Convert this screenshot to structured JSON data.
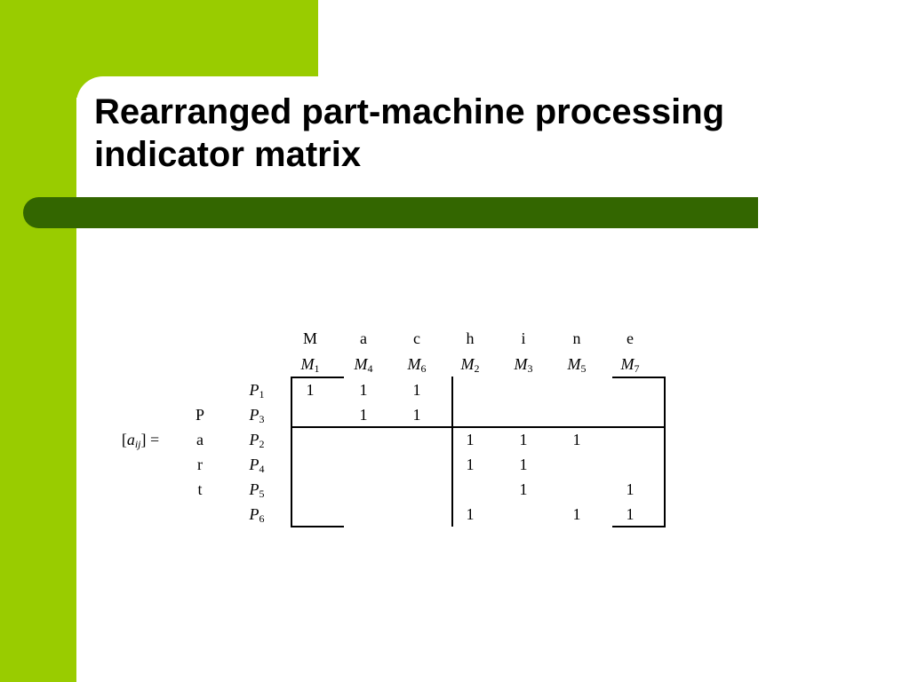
{
  "title": {
    "line1": "Rearranged part-machine processing",
    "line2": "indicator matrix"
  },
  "colors": {
    "accent_light": "#99cc00",
    "accent_dark": "#336600"
  },
  "matrix": {
    "lhs": {
      "open": "[",
      "var": "a",
      "sub": "ij",
      "close": "] ="
    },
    "machine_label_letters": [
      "M",
      "a",
      "c",
      "h",
      "i",
      "n",
      "e"
    ],
    "part_label_letters": [
      "P",
      "a",
      "r",
      "t"
    ],
    "columns": [
      {
        "sym": "M",
        "sub": "1"
      },
      {
        "sym": "M",
        "sub": "4"
      },
      {
        "sym": "M",
        "sub": "6"
      },
      {
        "sym": "M",
        "sub": "2"
      },
      {
        "sym": "M",
        "sub": "3"
      },
      {
        "sym": "M",
        "sub": "5"
      },
      {
        "sym": "M",
        "sub": "7"
      }
    ],
    "rows": [
      {
        "sym": "P",
        "sub": "1",
        "cells": [
          "1",
          "1",
          "1",
          "",
          "",
          "",
          ""
        ]
      },
      {
        "sym": "P",
        "sub": "3",
        "cells": [
          "",
          "1",
          "1",
          "",
          "",
          "",
          ""
        ]
      },
      {
        "sym": "P",
        "sub": "2",
        "cells": [
          "",
          "",
          "",
          "1",
          "1",
          "1",
          ""
        ]
      },
      {
        "sym": "P",
        "sub": "4",
        "cells": [
          "",
          "",
          "",
          "1",
          "1",
          "",
          ""
        ]
      },
      {
        "sym": "P",
        "sub": "5",
        "cells": [
          "",
          "",
          "",
          "",
          "1",
          "",
          "1"
        ]
      },
      {
        "sym": "P",
        "sub": "6",
        "cells": [
          "",
          "",
          "",
          "1",
          "",
          "1",
          "1"
        ]
      }
    ]
  }
}
